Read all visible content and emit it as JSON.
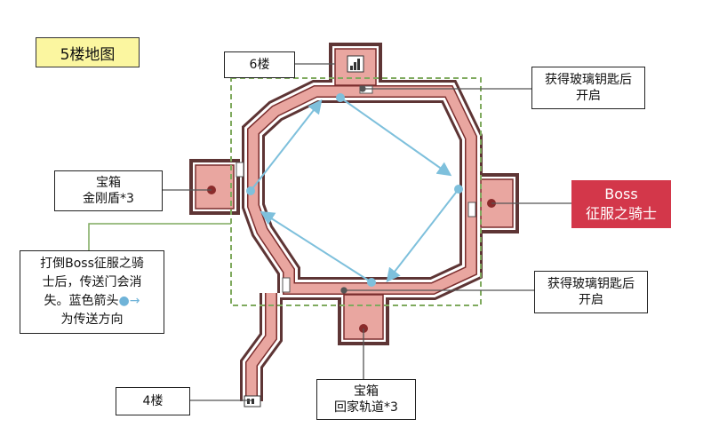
{
  "title": "5楼地图",
  "labels": {
    "floor6": "6楼",
    "floor4": "4楼",
    "glass_key_top": [
      "获得玻璃钥匙后",
      "开启"
    ],
    "glass_key_bottom": [
      "获得玻璃钥匙后",
      "开启"
    ],
    "chest_left": [
      "宝箱",
      "金刚盾*3"
    ],
    "chest_bottom": [
      "宝箱",
      "回家轨道*3"
    ],
    "boss": [
      "Boss",
      "征服之骑士"
    ]
  },
  "note": {
    "lines": [
      "打倒Boss征服之骑",
      "士后，传送门会消",
      "失。蓝色箭头",
      "为传送方向"
    ]
  },
  "colors": {
    "corridor_fill": "#e9a6a0",
    "corridor_border": "#7a2d2d",
    "shadow": "#6b3b3b",
    "dashed_frame": "#7faa5e",
    "teleport_arrow": "#7ec0dc",
    "title_bg": "#fbf6a0",
    "boss_bg": "#d3374a"
  }
}
